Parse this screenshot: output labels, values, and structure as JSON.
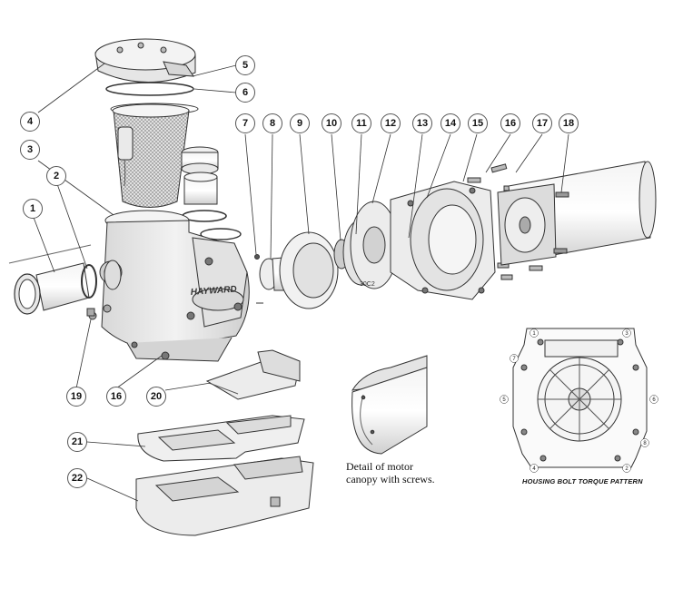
{
  "diagram": {
    "callouts": [
      "1",
      "2",
      "3",
      "4",
      "5",
      "6",
      "7",
      "8",
      "9",
      "10",
      "11",
      "12",
      "13",
      "14",
      "15",
      "16",
      "17",
      "18",
      "19",
      "16",
      "20",
      "21",
      "22"
    ],
    "brand_text": "HAYWARD",
    "impeller_text": "30C2",
    "caption": {
      "line1": "Detail of motor",
      "line2": "canopy with screws."
    },
    "torque_pattern_title": "HOUSING BOLT TORQUE PATTERN",
    "torque_sequence": [
      "1",
      "2",
      "3",
      "4",
      "5",
      "6",
      "7",
      "8"
    ],
    "colors": {
      "line": "#333333",
      "fill": "#e9e9e9",
      "shade": "#c9c9c9",
      "dark": "#8a8a8a"
    }
  }
}
